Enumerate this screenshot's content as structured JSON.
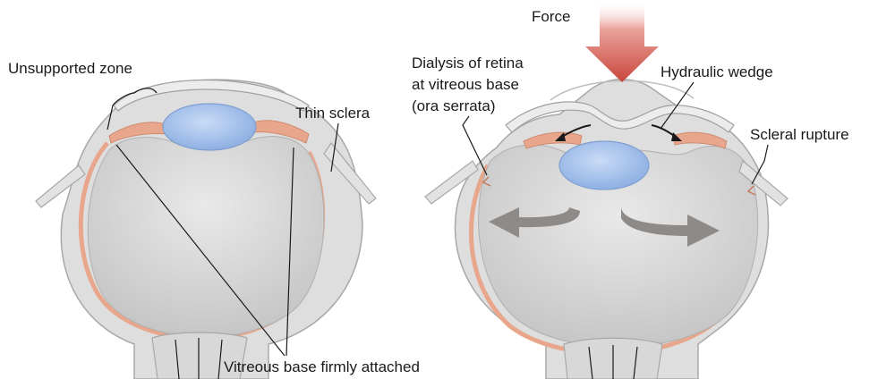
{
  "left_eye": {
    "labels": {
      "unsupported_zone": "Unsupported zone",
      "thin_sclera": "Thin sclera",
      "vitreous_base": "Vitreous base firmly attached"
    }
  },
  "right_eye": {
    "labels": {
      "force": "Force",
      "dialysis_line1": "Dialysis of retina",
      "dialysis_line2": "at vitreous base",
      "dialysis_line3": "(ora serrata)",
      "hydraulic_wedge": "Hydraulic wedge",
      "scleral_rupture": "Scleral rupture"
    }
  },
  "colors": {
    "sclera": "#dcdcdc",
    "sclera_stroke": "#a8a8a8",
    "vitreous": "#d0d0d0",
    "retina": "#e8a78c",
    "lens": "#a9c4ec",
    "lens_stroke": "#7f9fd0",
    "force_arrow": "#c8463c",
    "motion_arrow": "#8e8a87"
  }
}
